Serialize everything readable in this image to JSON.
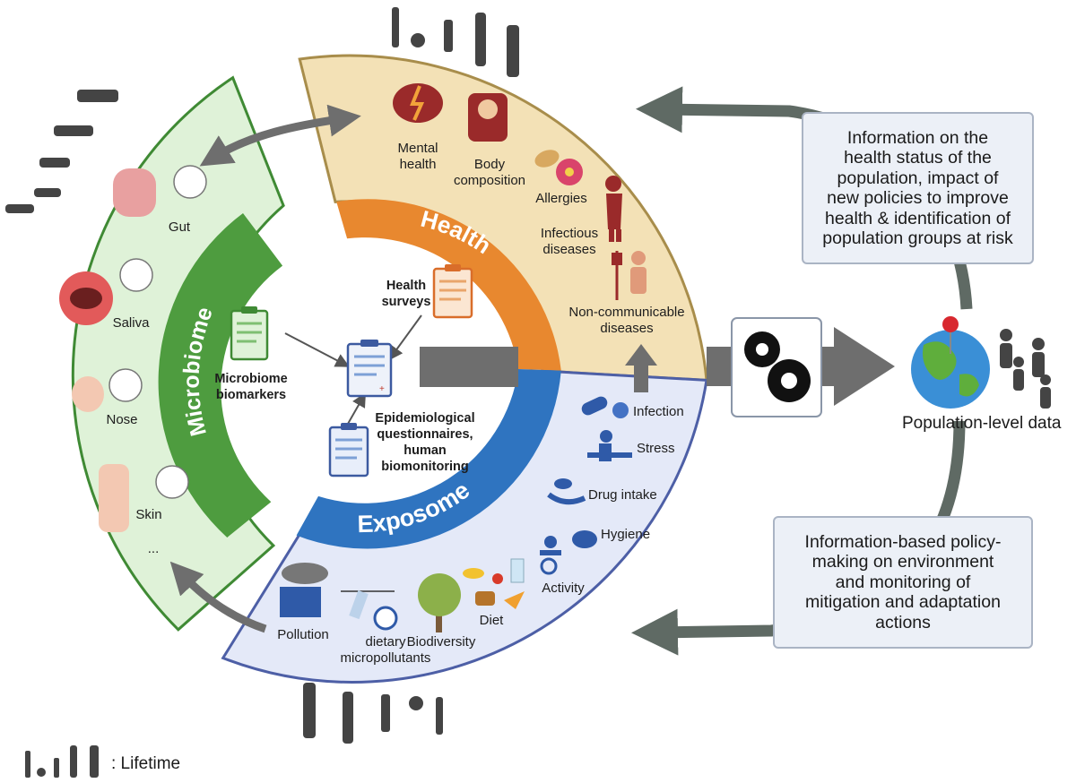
{
  "rings": {
    "health": "Health",
    "exposome": "Exposome",
    "microbiome": "Microbiome"
  },
  "health_items": {
    "mental": [
      "Mental",
      "health"
    ],
    "body": [
      "Body",
      "composition"
    ],
    "allergies": "Allergies",
    "infectious": [
      "Infectious",
      "diseases"
    ],
    "noncomm": [
      "Non-communicable",
      "diseases"
    ]
  },
  "exposome_items": {
    "infection": "Infection",
    "stress": "Stress",
    "drug": "Drug intake",
    "hygiene": "Hygiene",
    "activity": "Activity",
    "diet": "Diet",
    "biodiversity": "Biodiversity",
    "micropollutants": [
      "dietary",
      "micropollutants"
    ],
    "pollution": "Pollution"
  },
  "microbiome_items": {
    "gut": "Gut",
    "saliva": "Saliva",
    "nose": "Nose",
    "skin": "Skin",
    "more": "..."
  },
  "center": {
    "health_surveys": [
      "Health",
      "surveys"
    ],
    "microbiome_biomarkers": [
      "Microbiome",
      "biomarkers"
    ],
    "epi": [
      "Epidemiological",
      "questionnaires,",
      "human",
      "biomonitoring"
    ]
  },
  "boxes": {
    "info_health": [
      "Information on the",
      "health status of the",
      "population, impact of",
      "new policies to improve",
      "health & identification of",
      "population groups at risk"
    ],
    "info_policy": [
      "Information-based policy-",
      "making on environment",
      "and monitoring of",
      "mitigation and adaptation",
      "actions"
    ]
  },
  "population_label": "Population-level data",
  "legend_label": ": Lifetime",
  "colors": {
    "health_sector": "#f3e1b6",
    "health_border": "#a88d4b",
    "health_band": "#e8882f",
    "exposome_sector": "#e4e9f8",
    "exposome_border": "#4d5fa6",
    "exposome_band": "#2f74c0",
    "microbiome_sector": "#dff2d8",
    "microbiome_border": "#3f8a34",
    "microbiome_band": "#4e9c3f",
    "arrow_gray": "#6e6e6e",
    "loop_gray": "#5f6a64"
  }
}
